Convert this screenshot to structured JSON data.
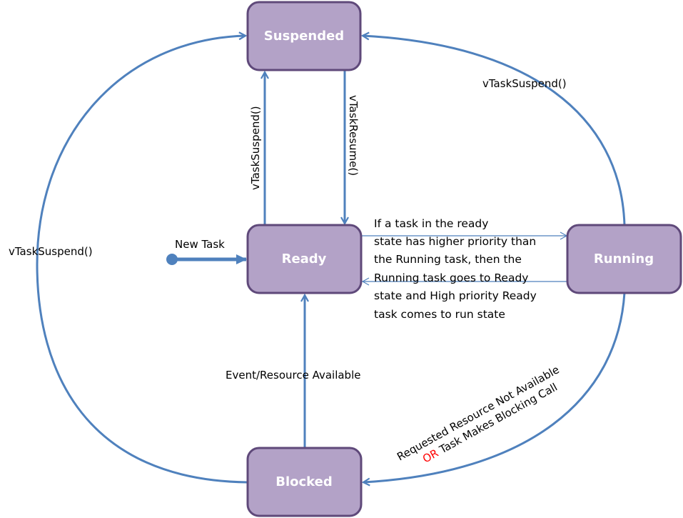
{
  "diagram": {
    "title": "Task state transition diagram",
    "colors": {
      "state_fill": "#B3A2C7",
      "state_border": "#5F497A",
      "arrow": "#4F81BD",
      "state_text": "#FFFFFF",
      "emphasis": "#FF0000"
    },
    "states": {
      "suspended": "Suspended",
      "ready": "Ready",
      "running": "Running",
      "blocked": "Blocked"
    },
    "transitions": {
      "ready_to_suspended": "vTaskSuspend()",
      "suspended_to_ready": "vTaskResume()",
      "running_to_suspended": "vTaskSuspend()",
      "blocked_to_suspended": "vTaskSuspend()",
      "new_task": "New Task",
      "blocked_to_ready": "Event/Resource Available",
      "running_to_blocked_line1": "Requested Resource Not Available",
      "running_to_blocked_or": "OR",
      "running_to_blocked_line2_rest": " Task Makes Blocking Call",
      "ready_running_note": [
        "If a task in the ready",
        "state has higher priority than",
        "the Running task, then the",
        "Running task goes to Ready",
        "state and High priority Ready",
        "task comes to run state"
      ]
    }
  }
}
